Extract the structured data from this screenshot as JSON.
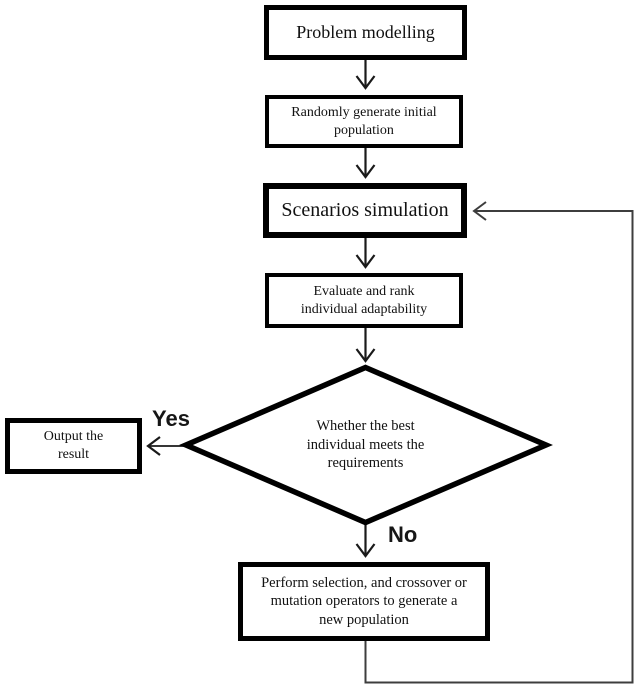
{
  "flowchart": {
    "colors": {
      "background": "#ffffff",
      "node_border": "#000000",
      "node_fill": "#ffffff",
      "text": "#111111",
      "connector": "#1a1a1a",
      "feedback_line": "#3d3d3d"
    },
    "nodes": [
      {
        "id": "problem-modelling",
        "type": "process",
        "lines": [
          "Problem modelling"
        ]
      },
      {
        "id": "generate-initial-population",
        "type": "process",
        "lines": [
          "Randomly generate initial",
          "population"
        ]
      },
      {
        "id": "scenarios-simulation",
        "type": "process",
        "lines": [
          "Scenarios simulation"
        ]
      },
      {
        "id": "evaluate-rank-adaptability",
        "type": "process",
        "lines": [
          "Evaluate and rank",
          "individual adaptability"
        ]
      },
      {
        "id": "best-individual-decision",
        "type": "decision",
        "lines": [
          "Whether the best",
          "individual meets the",
          "requirements"
        ]
      },
      {
        "id": "output-result",
        "type": "process",
        "lines": [
          "Output the",
          "result"
        ]
      },
      {
        "id": "perform-selection",
        "type": "process",
        "lines": [
          "Perform selection, and crossover or",
          "mutation operators to generate a",
          "new population"
        ]
      }
    ],
    "edge_labels": {
      "yes": "Yes",
      "no": "No"
    }
  }
}
